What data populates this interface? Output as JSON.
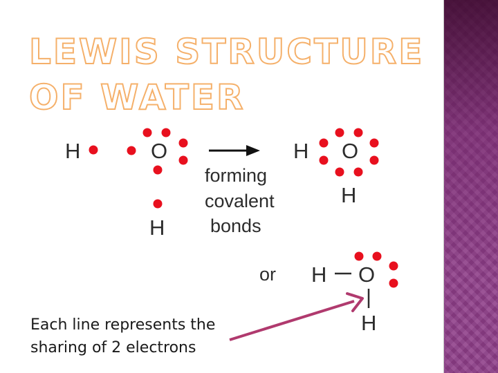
{
  "slide": {
    "title": "Lewis Structure of Water",
    "note_line_1": "Each line represents the",
    "note_line_2": "sharing of 2 electrons"
  },
  "diagram": {
    "h_left": "H",
    "o_left": "O",
    "h_bottom": "H",
    "caption_line_1": "forming",
    "caption_line_2": "covalent",
    "caption_line_3": "bonds",
    "h_product": "H",
    "o_product": "O",
    "h_product_bottom": "H",
    "or_label": "or",
    "h_line": "H",
    "o_line": "O",
    "h_line_bottom": "H"
  },
  "colors": {
    "title_outline": "#f5b06a",
    "electron_dot": "#e8101e",
    "pointer_arrow": "#b03a6e",
    "side_bar": "#8e3d88"
  }
}
